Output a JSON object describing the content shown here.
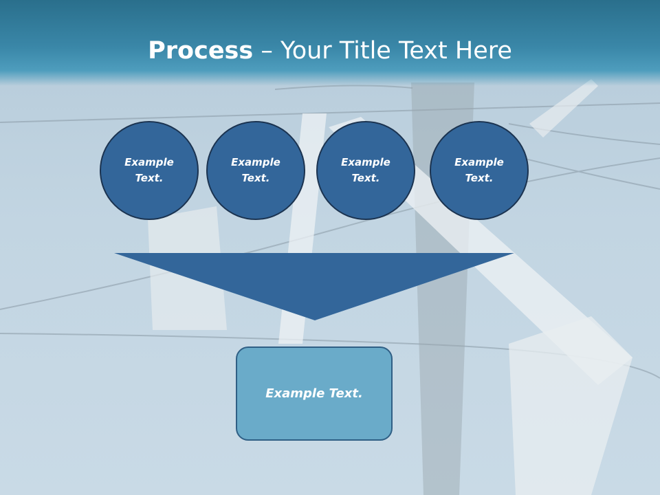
{
  "title": {
    "bold": "Process",
    "dash": " – ",
    "rest": "Your Title Text Here"
  },
  "circles": [
    {
      "text": "Example Text."
    },
    {
      "text": "Example Text."
    },
    {
      "text": "Example Text."
    },
    {
      "text": "Example Text."
    }
  ],
  "result_box": {
    "text": "Example Text."
  },
  "colors": {
    "header": "#3a87a8",
    "circle": "#33669a",
    "funnel": "#33669a",
    "box": "#6aabc9"
  }
}
